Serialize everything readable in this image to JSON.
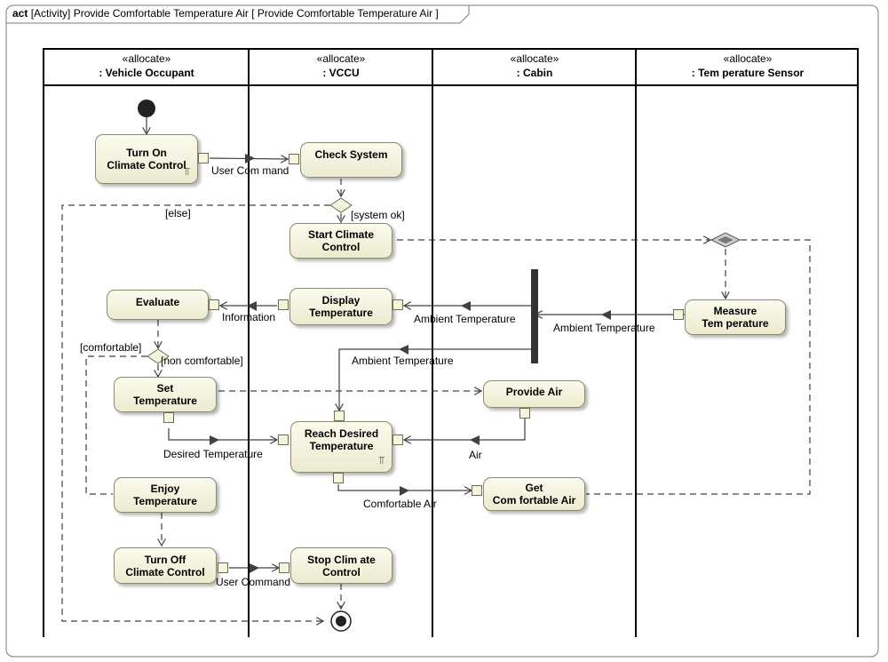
{
  "frame": {
    "kind": "act",
    "title": "[Activity] Provide Comfortable Temperature Air [ Provide Comfortable Temperature Air ]"
  },
  "lanes": [
    {
      "stereotype": "«allocate»",
      "name": ": Vehicle Occupant"
    },
    {
      "stereotype": "«allocate»",
      "name": ": VCCU"
    },
    {
      "stereotype": "«allocate»",
      "name": ": Cabin"
    },
    {
      "stereotype": "«allocate»",
      "name": ": Tem perature Sensor"
    }
  ],
  "actions": {
    "turn_on": "Turn On\nClimate Control",
    "check_system": "Check System",
    "start_climate": "Start Climate\nControl",
    "evaluate": "Evaluate",
    "display_temp": "Display\nTemperature",
    "measure_temp": "Measure\nTem perature",
    "set_temp": "Set\nTemperature",
    "provide_air": "Provide Air",
    "reach_desired": "Reach Desired\nTemperature",
    "enjoy_temp": "Enjoy\nTemperature",
    "get_comfortable": "Get\nCom fortable Air",
    "turn_off": "Turn Off\nClimate Control",
    "stop_climate": "Stop Clim ate\nControl"
  },
  "flow_labels": {
    "user_command_1": "User Com mand",
    "information": "Information",
    "ambient_temp_1": "Ambient Temperature",
    "ambient_temp_2": "Ambient Temperature",
    "ambient_temp_3": "Ambient Temperature",
    "desired_temp": "Desired Temperature",
    "air": "Air",
    "comfortable_air": "Comfortable Air",
    "user_command_2": "User Command"
  },
  "guards": {
    "else": "[else]",
    "system_ok": "[system ok]",
    "comfortable": "[comfortable]",
    "non_comfortable": "[non comfortable]"
  },
  "colors": {
    "action_fill_top": "#fbfbee",
    "action_fill_bottom": "#ecebcf",
    "action_border": "#8a8a72",
    "line": "#404040"
  }
}
